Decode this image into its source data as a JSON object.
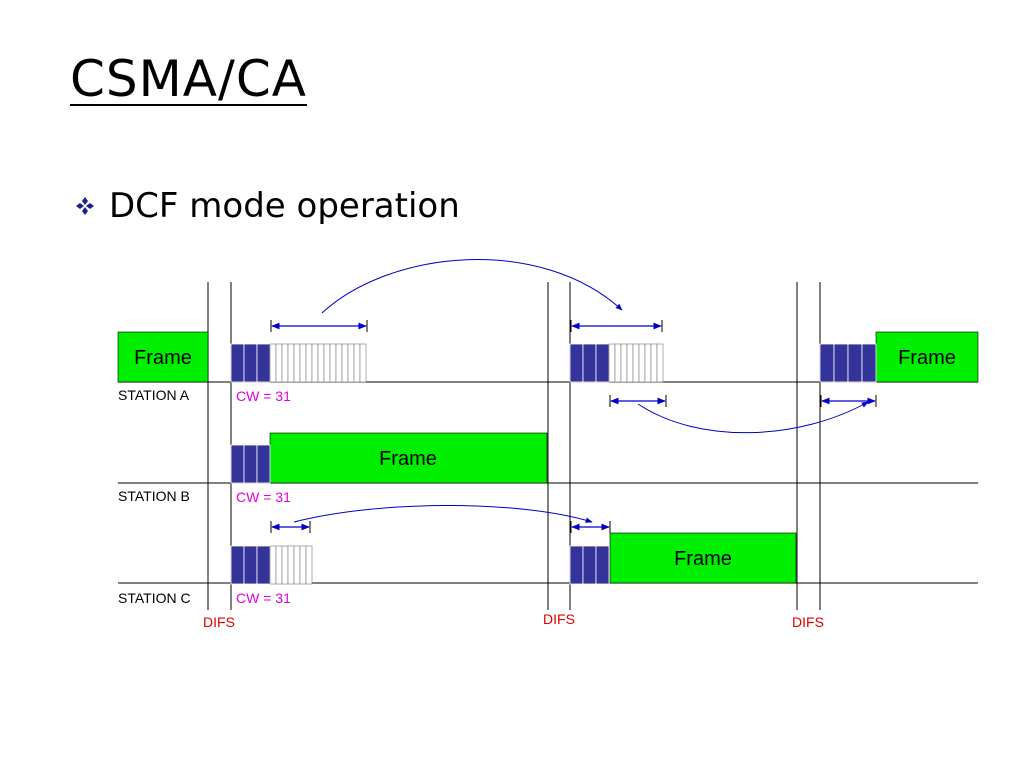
{
  "slide": {
    "title": "CSMA/CA",
    "bullet_icon": "diamond-bullet-icon",
    "bullet_text": "DCF mode operation"
  },
  "diagram": {
    "stations": [
      {
        "name": "STATION A",
        "cw_label": "CW = 31"
      },
      {
        "name": "STATION B",
        "cw_label": "CW = 31"
      },
      {
        "name": "STATION C",
        "cw_label": "CW = 31"
      }
    ],
    "frame_label": "Frame",
    "difs_label": "DIFS",
    "colors": {
      "frame": "#00ee00",
      "backoff_slot": "#333399",
      "arrow": "#0000cc",
      "cw_text": "#e000e0",
      "difs_text": "#dd0000"
    }
  }
}
